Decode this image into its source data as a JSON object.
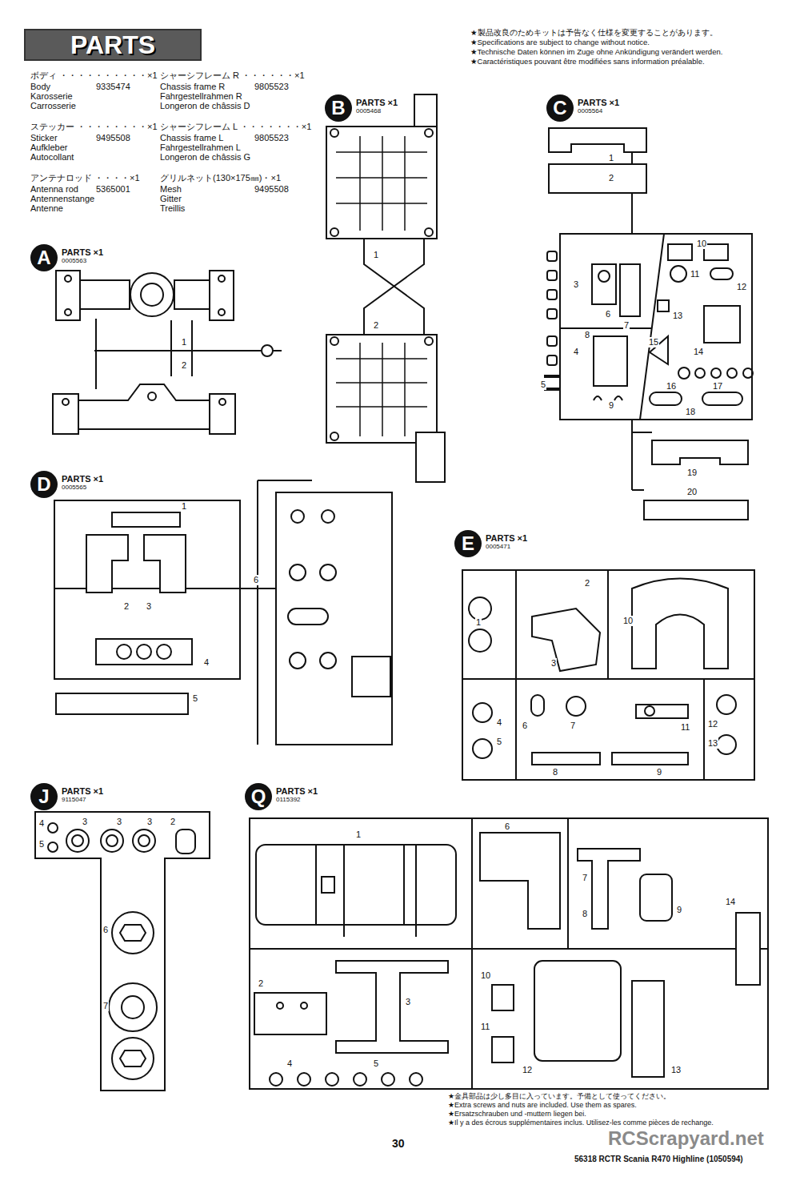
{
  "diagram": {
    "title": "PARTS",
    "nodes": [
      {
        "text": [
          "A",
          "PARTS ×1",
          "0005563"
        ]
      },
      {
        "text": [
          "B",
          "PARTS ×1",
          "0005468"
        ]
      },
      {
        "text": [
          "C",
          "PARTS ×1",
          "0005564"
        ]
      },
      {
        "text": [
          "D",
          "PARTS ×1",
          "0005565"
        ]
      },
      {
        "text": [
          "E",
          "PARTS ×1",
          "0005471"
        ]
      },
      {
        "text": [
          "J",
          "PARTS ×1",
          "9115047"
        ]
      },
      {
        "text": [
          "Q",
          "PARTS ×1",
          "0115392"
        ]
      }
    ],
    "edges": [],
    "labels": [
      "ボディ ・・・・・・・・・・×1",
      "Body",
      "9335474",
      "Karosserie",
      "Carrosserie",
      "ステッカー ・・・・・・・・×1",
      "Sticker",
      "9495508",
      "Aufkleber",
      "Autocollant",
      "アンテナロッド ・・・・×1",
      "Antenna rod",
      "5365001",
      "Antennenstange",
      "Antenne",
      "シャーシフレーム R ・・・・・・×1",
      "Chassis frame R",
      "9805523",
      "Fahrgestellrahmen R",
      "Longeron de châssis D",
      "シャーシフレーム L ・・・・・・・×1",
      "Chassis frame L",
      "9805523",
      "Fahrgestellrahmen L",
      "Longeron de châssis G",
      "グリルネット(130×175㎜)・×1",
      "Mesh",
      "9495508",
      "Gitter",
      "Treillis",
      "★製品改良のためキットは予告なく仕様を変更することがあります。",
      "★Specifications are subject to change without notice.",
      "★Technische Daten können im Zuge ohne Ankündigung verändert werden.",
      "★Caractéristiques pouvant être modifiées sans information préalable.",
      "1",
      "2",
      "1",
      "2",
      "1",
      "2",
      "3",
      "4",
      "5",
      "6",
      "7",
      "8",
      "9",
      "10",
      "11",
      "12",
      "13",
      "14",
      "15",
      "16",
      "17",
      "18",
      "19",
      "20",
      "1",
      "2",
      "3",
      "4",
      "5",
      "6",
      "1",
      "2",
      "3",
      "4",
      "5",
      "6",
      "7",
      "8",
      "9",
      "10",
      "11",
      "12",
      "13",
      "4",
      "5",
      "3",
      "3",
      "3",
      "2",
      "6",
      "7",
      "1",
      "2",
      "3",
      "4",
      "5",
      "6",
      "7",
      "8",
      "9",
      "10",
      "11",
      "12",
      "13",
      "14",
      "★金具部品は少し多目に入っています。予備として使ってください。",
      "★Extra screws and nuts are included. Use them as spares.",
      "★Ersatzschrauben und -muttern liegen bei.",
      "★Il y a des écrous supplémentaires inclus. Utilisez-les comme pièces de rechange.",
      "30",
      "56318 RCTR Scania R470 Highline (1050594)",
      "RCScrapyard.net"
    ]
  }
}
